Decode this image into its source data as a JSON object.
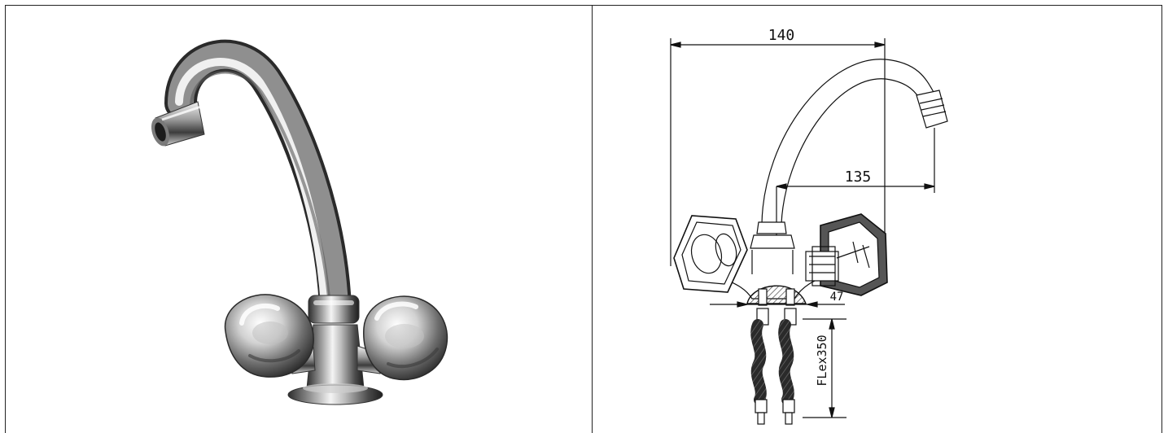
{
  "diagram": {
    "dimensions": {
      "overall_width": "140",
      "spout_reach": "135",
      "base_offset": "47",
      "hose": "FLex350"
    }
  },
  "colors": {
    "line": "#111111",
    "hatch": "#444444",
    "chrome_dark": "#3a3a3a",
    "chrome_mid": "#8c8c8c",
    "chrome_light": "#e9e9e9",
    "border": "#222222"
  }
}
